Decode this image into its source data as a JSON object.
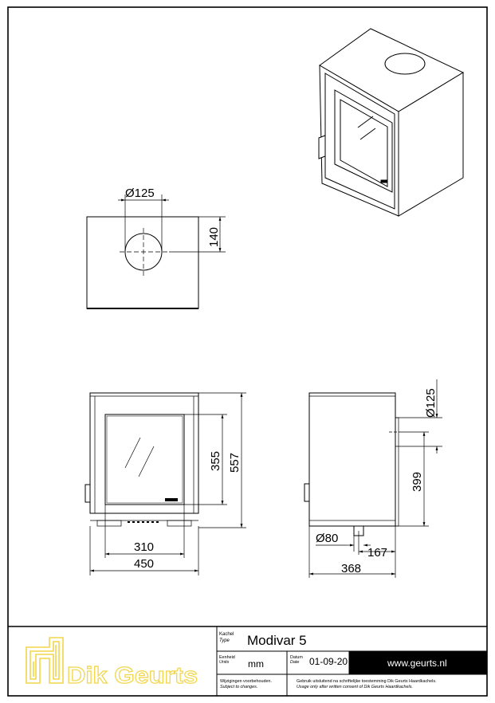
{
  "dimensions": {
    "top_flue_diameter": "Ø125",
    "top_flue_offset": "140",
    "front_glass_width": "310",
    "front_width": "450",
    "front_glass_height": "355",
    "front_height": "557",
    "side_flue_diameter": "Ø125",
    "side_flue_height": "399",
    "side_bottom_flue_diameter": "Ø80",
    "side_bottom_flue_offset": "167",
    "side_depth": "368"
  },
  "title_block": {
    "logo_text": "Dik Geurts",
    "type_label": "Kachel",
    "type_label_en": "Type",
    "type_value": "Modivar 5",
    "units_label": "Eenheid",
    "units_label_en": "Units",
    "units_value": "mm",
    "date_label": "Datum",
    "date_label_en": "Date",
    "date_value": "01-09-20",
    "website": "www.geurts.nl",
    "note_nl": "Wijzigingen voorbehouden.",
    "note_en": "Subject to changes.",
    "consent_nl": "Gebruik uitsluitend na schriftelijke toestemming Dik Geurts Haardkachels.",
    "consent_en": "Usage only after written consent of Dik Geurts Haardkachels."
  },
  "colors": {
    "line": "#000000",
    "logo_yellow": "#f2d64b",
    "website_bar": "#000000",
    "website_text": "#ffffff"
  }
}
